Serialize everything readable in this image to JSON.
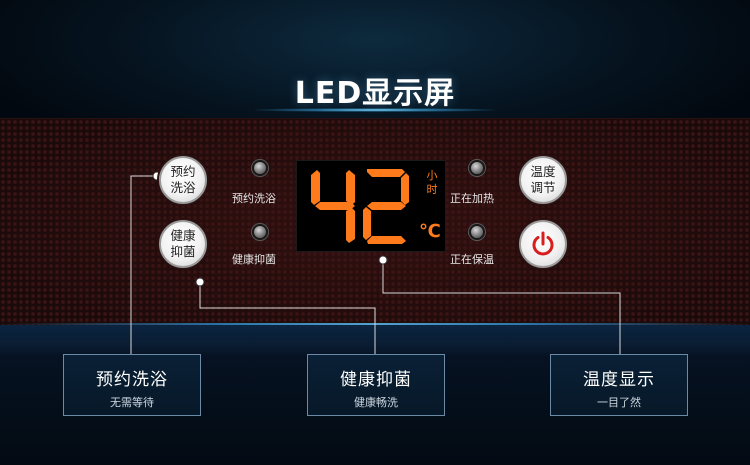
{
  "header": {
    "title": "LED显示屏"
  },
  "buttons": {
    "reserve": "预约洗浴",
    "health": "健康抑菌",
    "temp_adjust": "温度调节",
    "power": "power-icon"
  },
  "indicators": {
    "reserve": "预约洗浴",
    "health": "健康抑菌",
    "heating": "正在加热",
    "keep_warm": "正在保温"
  },
  "display": {
    "value": "42",
    "unit_hour": "小时",
    "unit_celsius": "℃"
  },
  "info": [
    {
      "title": "预约洗浴",
      "subtitle": "无需等待"
    },
    {
      "title": "健康抑菌",
      "subtitle": "健康畅洗"
    },
    {
      "title": "温度显示",
      "subtitle": "一目了然"
    }
  ],
  "colors": {
    "display_digits": "#ff7a1a",
    "power_red": "#d81e1e",
    "panel_bg": "#1a0a0a",
    "info_border": "#6b8aa6"
  }
}
